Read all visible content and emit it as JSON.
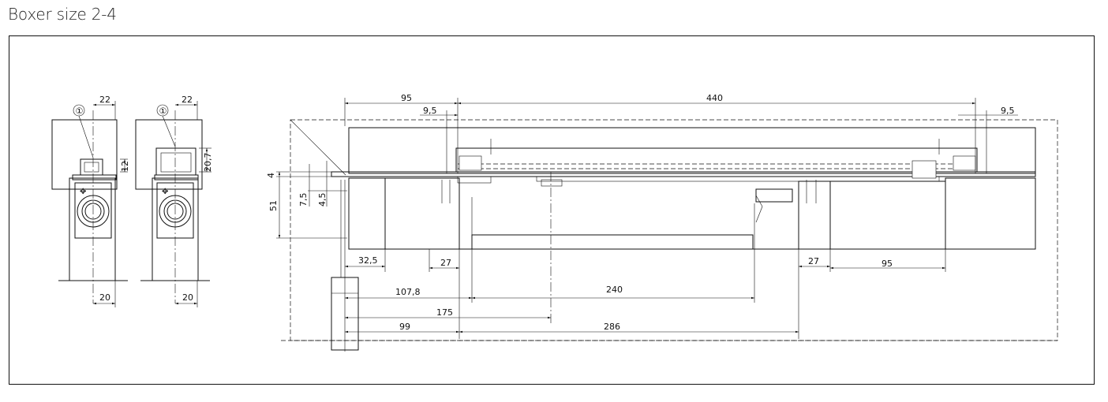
{
  "title": "Boxer size 2-4",
  "details": {
    "left": {
      "callout": "①",
      "top_dim": "22",
      "height_dim": "12",
      "bottom_dim": "20"
    },
    "right": {
      "callout": "①",
      "top_dim": "22",
      "height_dim": "20,7",
      "bottom_dim": "20"
    }
  },
  "main": {
    "dims": {
      "d95_top": "95",
      "d440": "440",
      "d9_5_left": "9,5",
      "d9_5_right": "9,5",
      "d4": "4",
      "d51": "51",
      "d7_5": "7,5",
      "d4_5": "4,5",
      "d32_5": "32,5",
      "d27_left": "27",
      "d27_right": "27",
      "d95_bottom": "95",
      "d107_8": "107,8",
      "d240": "240",
      "d175": "175",
      "d99": "99",
      "d286": "286"
    }
  }
}
